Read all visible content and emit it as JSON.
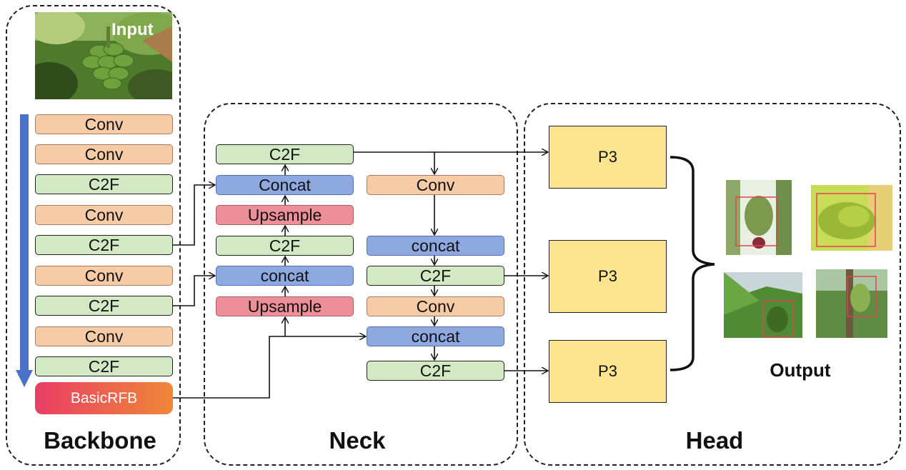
{
  "panels": {
    "backbone": "Backbone",
    "neck": "Neck",
    "head": "Head"
  },
  "input_label": "Input",
  "output_label": "Output",
  "backbone_blocks": [
    "Conv",
    "Conv",
    "C2F",
    "Conv",
    "C2F",
    "Conv",
    "C2F",
    "Conv",
    "C2F"
  ],
  "backbone_rfb": "BasicRFB",
  "neck_left": [
    "C2F",
    "Concat",
    "Upsample",
    "C2F",
    "concat",
    "Upsample"
  ],
  "neck_right": [
    "Conv",
    "concat",
    "C2F",
    "Conv",
    "concat",
    "C2F"
  ],
  "head_blocks": [
    "P3",
    "P3",
    "P3"
  ],
  "colors": {
    "conv": "#f8cba7",
    "c2f": "#d3e9c4",
    "concat": "#8ea9e0",
    "upsample": "#ed8f98",
    "p3": "#fde48f",
    "flow_arrow": "#4a72c8"
  }
}
